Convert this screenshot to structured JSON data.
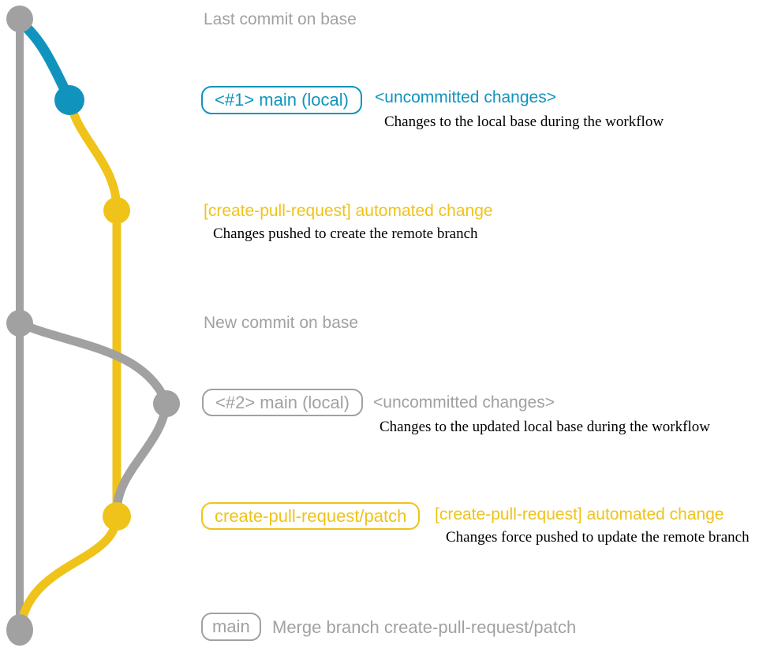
{
  "colors": {
    "gray": "#a1a1a1",
    "blue": "#1094bd",
    "yellow": "#efc319",
    "ink": "#000000",
    "background": "#ffffff"
  },
  "graph": {
    "branches": [
      {
        "name": "base",
        "color": "gray"
      },
      {
        "name": "main (local)",
        "color": "blue"
      },
      {
        "name": "create-pull-request/patch",
        "color": "yellow"
      }
    ],
    "commits": [
      {
        "id": "base-tip",
        "color": "gray",
        "caption": "Last commit on base"
      },
      {
        "id": "local-main-1",
        "color": "blue",
        "caption": "<#1> main (local)"
      },
      {
        "id": "patch-1",
        "color": "yellow",
        "caption": "[create-pull-request] automated change"
      },
      {
        "id": "base-new",
        "color": "gray",
        "caption": "New commit on base"
      },
      {
        "id": "local-main-2",
        "color": "gray",
        "caption": "<#2> main (local)"
      },
      {
        "id": "patch-2",
        "color": "yellow",
        "caption": "create-pull-request/patch"
      },
      {
        "id": "merge",
        "color": "gray",
        "caption": "Merge branch create-pull-request/patch"
      }
    ]
  },
  "rows": {
    "last_commit": {
      "note": "Last commit on base"
    },
    "local_main_1": {
      "badge": "<#1> main (local)",
      "highlight": "<uncommitted changes>",
      "detail": "Changes to the local base during the workflow"
    },
    "automated_change_1": {
      "highlight": "[create-pull-request] automated change",
      "detail": "Changes pushed to create the remote branch"
    },
    "new_commit": {
      "note": "New commit on base"
    },
    "local_main_2": {
      "badge": "<#2> main (local)",
      "highlight": "<uncommitted changes>",
      "detail": "Changes to the updated local base during the workflow"
    },
    "automated_change_2": {
      "badge": "create-pull-request/patch",
      "highlight": "[create-pull-request] automated change",
      "detail": "Changes force pushed to update the remote branch"
    },
    "merge": {
      "badge": "main",
      "note": "Merge branch create-pull-request/patch"
    }
  }
}
